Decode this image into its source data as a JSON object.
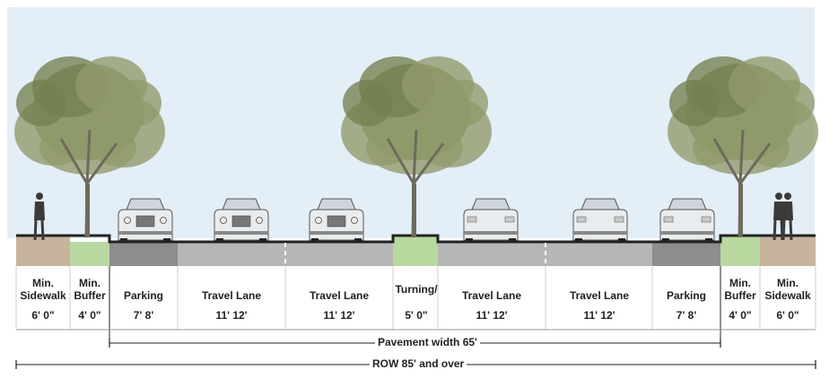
{
  "segments": [
    {
      "key": "sidewalk-left",
      "label_top": "Min.",
      "label": "Sidewalk",
      "dimension": "6' 0\"",
      "color": "#c6b49d"
    },
    {
      "key": "buffer-left",
      "label_top": "Min.",
      "label": "Buffer",
      "dimension": "4' 0\"",
      "color": "#b8d8a0"
    },
    {
      "key": "parking-left",
      "label_top": "",
      "label": "Parking",
      "dimension": "7'  8'",
      "color": "#8d8d8d"
    },
    {
      "key": "travel-1",
      "label_top": "",
      "label": "Travel Lane",
      "dimension": "11'  12'",
      "color": "#b6b6b6"
    },
    {
      "key": "travel-2",
      "label_top": "",
      "label": "Travel Lane",
      "dimension": "11'  12'",
      "color": "#b6b6b6"
    },
    {
      "key": "turning",
      "label_top": "",
      "label": "Turning/",
      "dimension": "5' 0\"",
      "color": "#b8d8a0"
    },
    {
      "key": "travel-3",
      "label_top": "",
      "label": "Travel Lane",
      "dimension": "11'  12'",
      "color": "#b6b6b6"
    },
    {
      "key": "travel-4",
      "label_top": "",
      "label": "Travel Lane",
      "dimension": "11'  12'",
      "color": "#b6b6b6"
    },
    {
      "key": "parking-right",
      "label_top": "",
      "label": "Parking",
      "dimension": "7'  8'",
      "color": "#8d8d8d"
    },
    {
      "key": "buffer-right",
      "label_top": "Min.",
      "label": "Buffer",
      "dimension": "4' 0\"",
      "color": "#b8d8a0"
    },
    {
      "key": "sidewalk-right",
      "label_top": "Min.",
      "label": "Sidewalk",
      "dimension": "6' 0\"",
      "color": "#c6b49d"
    }
  ],
  "pavement_width": "Pavement width  65'",
  "row": "ROW  85' and over",
  "colors": {
    "sky": "#e3eef7",
    "tree_canopy": "#8f9a6a",
    "tree_canopy_dark": "#74804f",
    "trunk": "#6f6a5c",
    "car_body": "#e9ecef",
    "person": "#3b3b3b",
    "curb": "#222222",
    "lane_divider": "#ffffff"
  },
  "icons": [
    "tree-icon",
    "car-icon",
    "pedestrian-icon",
    "couple-icon"
  ]
}
